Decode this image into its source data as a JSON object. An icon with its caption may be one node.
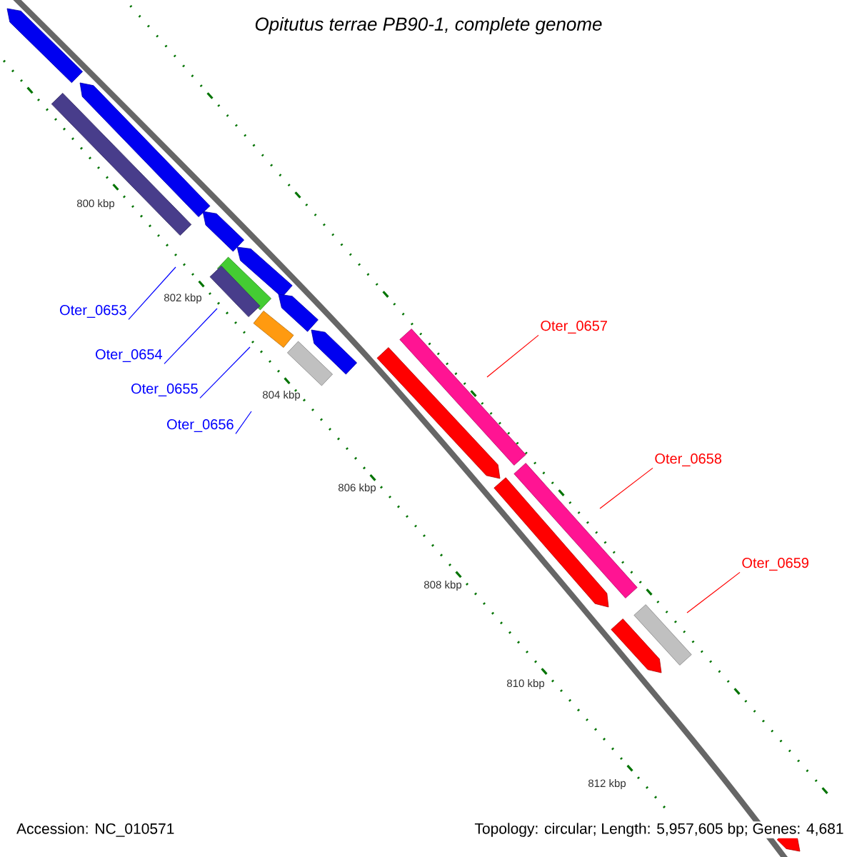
{
  "diagram": {
    "title": "*Opitutus terrae PB90-1, complete genome*",
    "nodes": [
      {
        "text": [
          "Oter_0653"
        ]
      },
      {
        "text": [
          "Oter_0654"
        ]
      },
      {
        "text": [
          "Oter_0655"
        ]
      },
      {
        "text": [
          "Oter_0656"
        ]
      },
      {
        "text": [
          "Oter_0657"
        ]
      },
      {
        "text": [
          "Oter_0658"
        ]
      },
      {
        "text": [
          "Oter_0659"
        ]
      }
    ],
    "edges": [
      {
        "from": 0,
        "to": null,
        "arrow": "none"
      },
      {
        "from": 1,
        "to": null,
        "arrow": "none"
      },
      {
        "from": 2,
        "to": null,
        "arrow": "none"
      },
      {
        "from": 3,
        "to": null,
        "arrow": "none"
      },
      {
        "from": 4,
        "to": null,
        "arrow": "none",
        "color": "#ff0000"
      },
      {
        "from": 5,
        "to": null,
        "arrow": "none",
        "color": "#ff0000"
      },
      {
        "from": 6,
        "to": null,
        "arrow": "none",
        "color": "#ff0000"
      }
    ],
    "labels": [
      "800 kbp",
      "802 kbp",
      "804 kbp",
      "806 kbp",
      "808 kbp",
      "810 kbp",
      "812 kbp",
      "Accession: NC_010571",
      "Topology: circular; Length: 5,957,605 bp; Genes: 4,681"
    ]
  }
}
